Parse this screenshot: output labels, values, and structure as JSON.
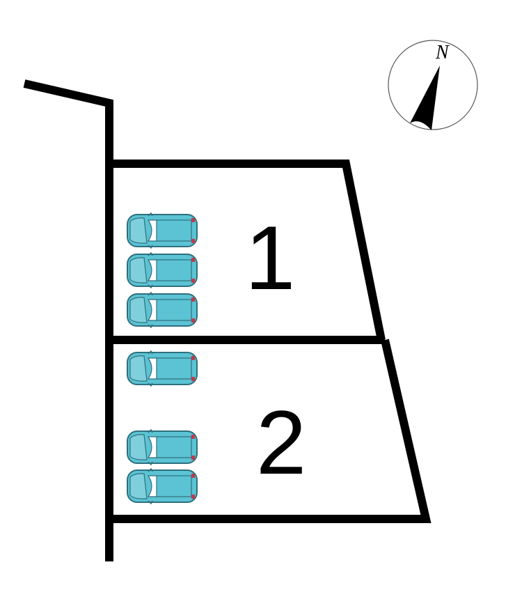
{
  "compass": {
    "label": "N",
    "rotation_deg": 25
  },
  "lots": [
    {
      "label": "1",
      "parking_spaces": 3
    },
    {
      "label": "2",
      "parking_spaces": 3
    }
  ],
  "colors": {
    "car_body": "#5bc3d3",
    "car_outline": "#2e6f7e",
    "lines": "#000000"
  }
}
